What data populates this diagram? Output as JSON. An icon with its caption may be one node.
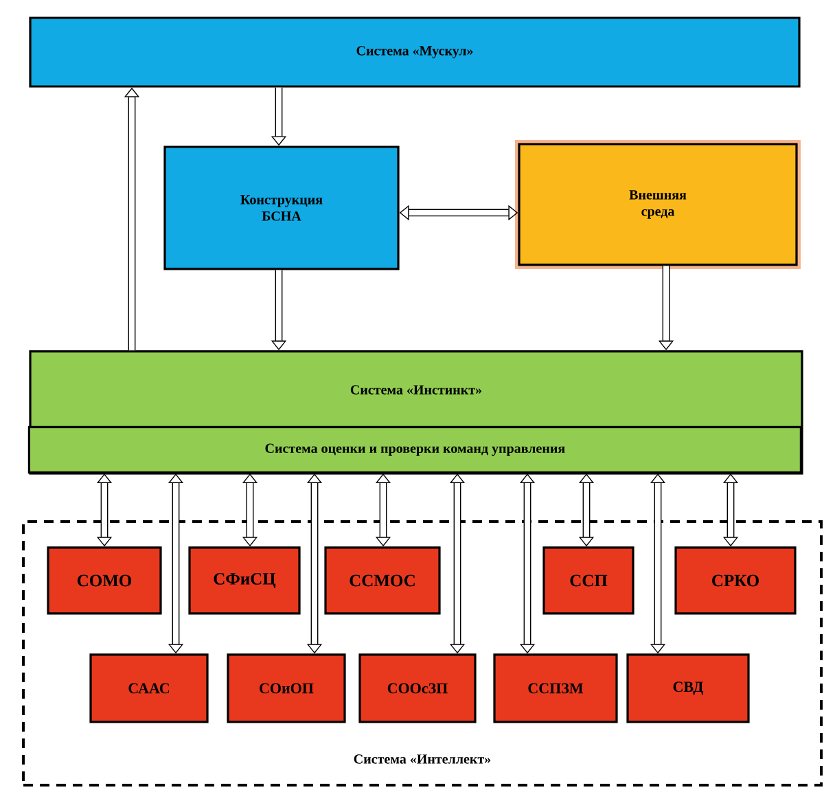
{
  "diagram": {
    "nodes": [
      {
        "text": [
          "Система «Мускул»"
        ]
      },
      {
        "text": [
          "Конструкция БСНА"
        ]
      },
      {
        "text": [
          "Внешняя среда"
        ]
      },
      {
        "text": [
          "Система «Инстинкт»"
        ]
      },
      {
        "text": [
          "Система оценки и проверки команд управления"
        ],
        "in": 3
      },
      {
        "text": [
          "Система «Интеллект»"
        ]
      },
      {
        "text": [
          "СОМО"
        ],
        "in": 5
      },
      {
        "text": [
          "СФиСЦ"
        ],
        "in": 5
      },
      {
        "text": [
          "ССМОС"
        ],
        "in": 5
      },
      {
        "text": [
          "ССП"
        ],
        "in": 5
      },
      {
        "text": [
          "СРКО"
        ],
        "in": 5
      },
      {
        "text": [
          "СААС"
        ],
        "in": 5
      },
      {
        "text": [
          "СОиОП"
        ],
        "in": 5
      },
      {
        "text": [
          "СООсЗП"
        ],
        "in": 5
      },
      {
        "text": [
          "ССПЗМ"
        ],
        "in": 5
      },
      {
        "text": [
          "СВД"
        ],
        "in": 5
      }
    ],
    "edges": [
      {
        "from": 3,
        "to": 0,
        "arrow": "to"
      },
      {
        "from": 0,
        "to": 1,
        "arrow": "to"
      },
      {
        "from": 1,
        "to": 2,
        "arrow": "both"
      },
      {
        "from": 1,
        "to": 3,
        "arrow": "to"
      },
      {
        "from": 2,
        "to": 3,
        "arrow": "to"
      },
      {
        "from": 4,
        "to": 6,
        "arrow": "both"
      },
      {
        "from": 4,
        "to": 7,
        "arrow": "both"
      },
      {
        "from": 4,
        "to": 8,
        "arrow": "both"
      },
      {
        "from": 4,
        "to": 9,
        "arrow": "both"
      },
      {
        "from": 4,
        "to": 10,
        "arrow": "both"
      },
      {
        "from": 4,
        "to": 11,
        "arrow": "both"
      },
      {
        "from": 4,
        "to": 12,
        "arrow": "both"
      },
      {
        "from": 4,
        "to": 13,
        "arrow": "both"
      },
      {
        "from": 4,
        "to": 14,
        "arrow": "both"
      },
      {
        "from": 4,
        "to": 15,
        "arrow": "both"
      }
    ]
  }
}
